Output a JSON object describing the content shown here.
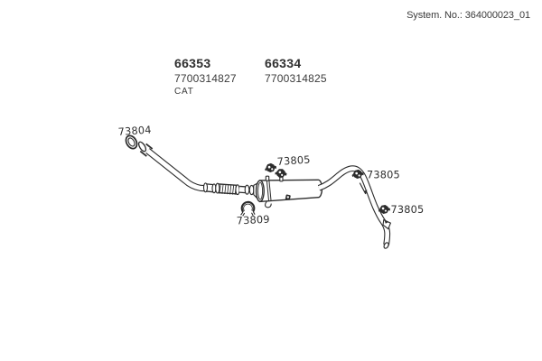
{
  "header": {
    "system_no": "System. No.: 364000023_01"
  },
  "assemblies": [
    {
      "number": "66353",
      "ref": "7700314827",
      "note": "CAT"
    },
    {
      "number": "66334",
      "ref": "7700314825",
      "note": ""
    }
  ],
  "callouts": {
    "gasket": "73804",
    "hanger_muffler": "73805",
    "hanger_tailpipe_upper": "73805",
    "hanger_tailpipe_lower": "73805",
    "inlet_clamp": "73809"
  },
  "colors": {
    "line": "#2c2c2c",
    "text": "#3a3a3a",
    "bg": "#ffffff"
  }
}
